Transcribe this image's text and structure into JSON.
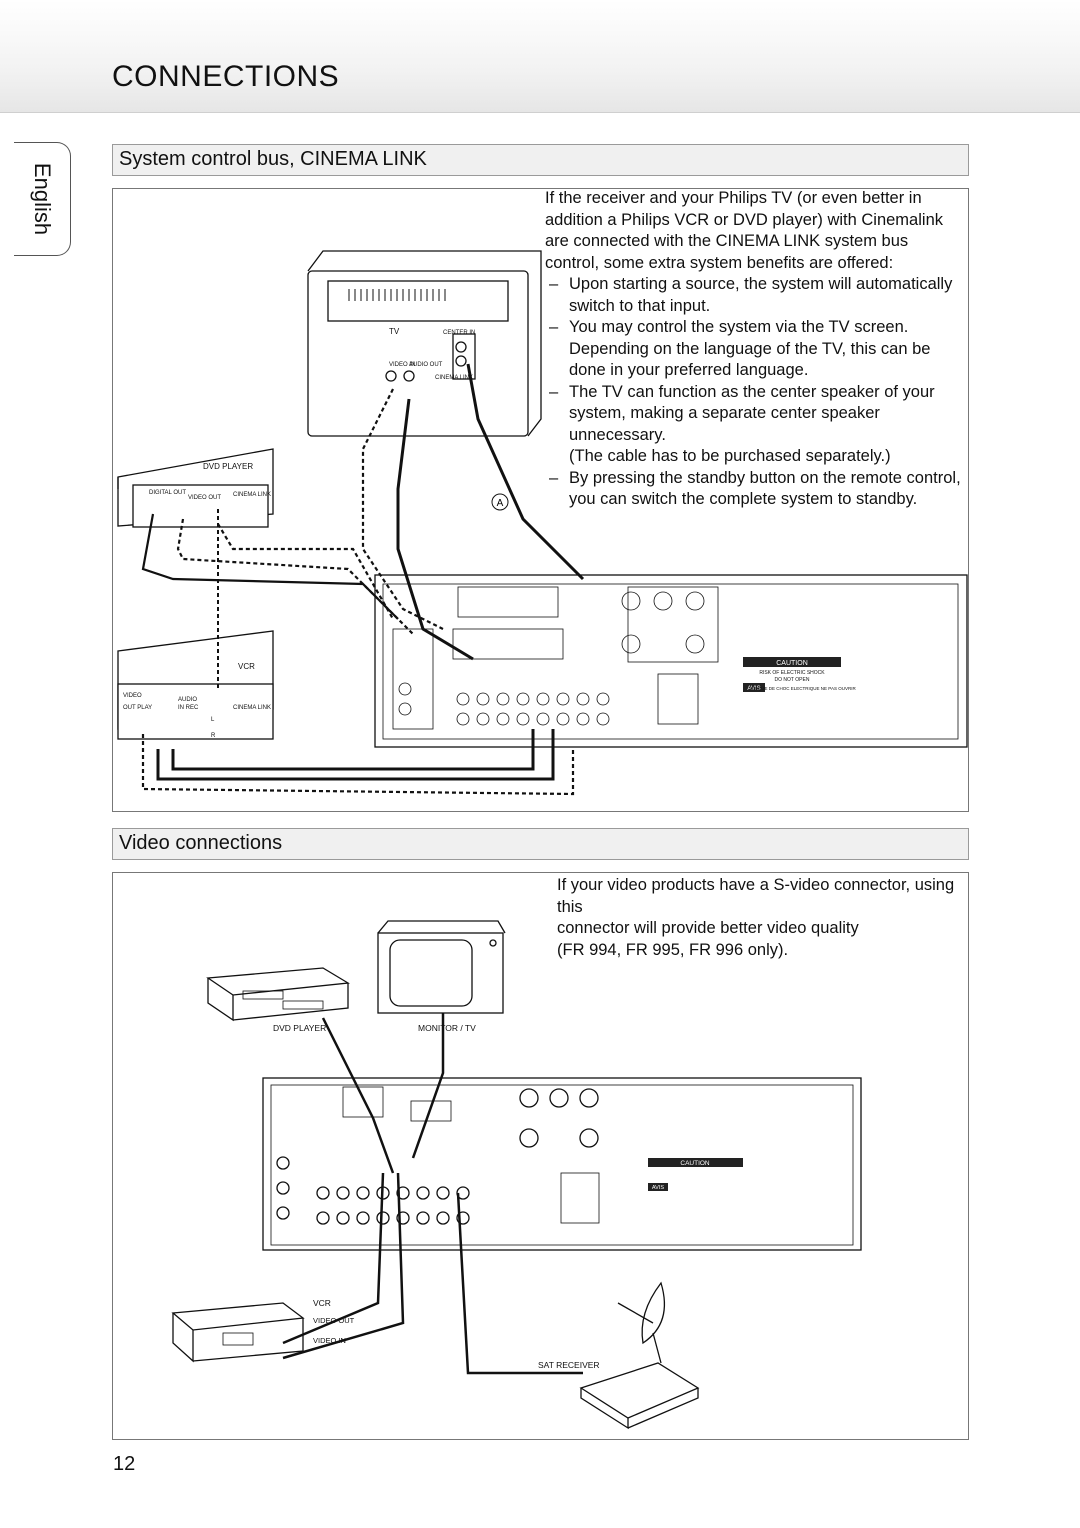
{
  "page": {
    "title": "CONNECTIONS",
    "language_tab": "English",
    "page_number": "12"
  },
  "section1": {
    "heading": "System control bus, CINEMA LINK",
    "intro": "If the receiver and your Philips TV (or even better in addition a Philips VCR or DVD player) with Cinemalink are connected with the CINEMA LINK system bus control, some extra system benefits are offered:",
    "bullets": [
      "Upon starting a source, the system will automatically switch to that input.",
      "You may control the system via the TV screen. Depending on the language of the TV, this can be done in your preferred language.",
      "The TV can function as the center speaker of your system, making a separate center speaker unnecessary.",
      "By pressing the standby button on the remote control, you can switch the complete system to standby."
    ],
    "note": "(The cable  has to be purchased separately.)",
    "diagram": {
      "tv": "TV",
      "center_in": "CENTER IN",
      "video_in": "VIDEO IN",
      "audio_out": "AUDIO OUT",
      "cinema_link": "CINEMA LINK",
      "dvd_player": "DVD PLAYER",
      "digital_out": "DIGITAL OUT",
      "video_out": "VIDEO OUT",
      "vcr": "VCR",
      "video": "VIDEO",
      "audio": "AUDIO",
      "out_play": "OUT PLAY",
      "in_rec": "IN REC",
      "l": "L",
      "r": "R",
      "cable_marker": "A",
      "caution": "CAUTION",
      "risk": "RISK OF ELECTRIC SHOCK",
      "do_not_open": "DO NOT OPEN",
      "avis": "AVIS",
      "avis_text": "RISQUE DE CHOC ELECTRIQUE NE PAS OUVRIR"
    }
  },
  "section2": {
    "heading": "Video connections",
    "lines": [
      "If your video products have a S-video connector, using this",
      "connector will provide better video quality",
      "(FR 994, FR 995, FR 996 only)."
    ],
    "diagram": {
      "dvd_player": "DVD PLAYER",
      "monitor": "MONITOR / TV",
      "vcr": "VCR",
      "video_out": "VIDEO OUT",
      "video_in": "VIDEO IN",
      "sat_receiver": "SAT RECEIVER",
      "caution": "CAUTION",
      "avis": "AVIS"
    }
  }
}
